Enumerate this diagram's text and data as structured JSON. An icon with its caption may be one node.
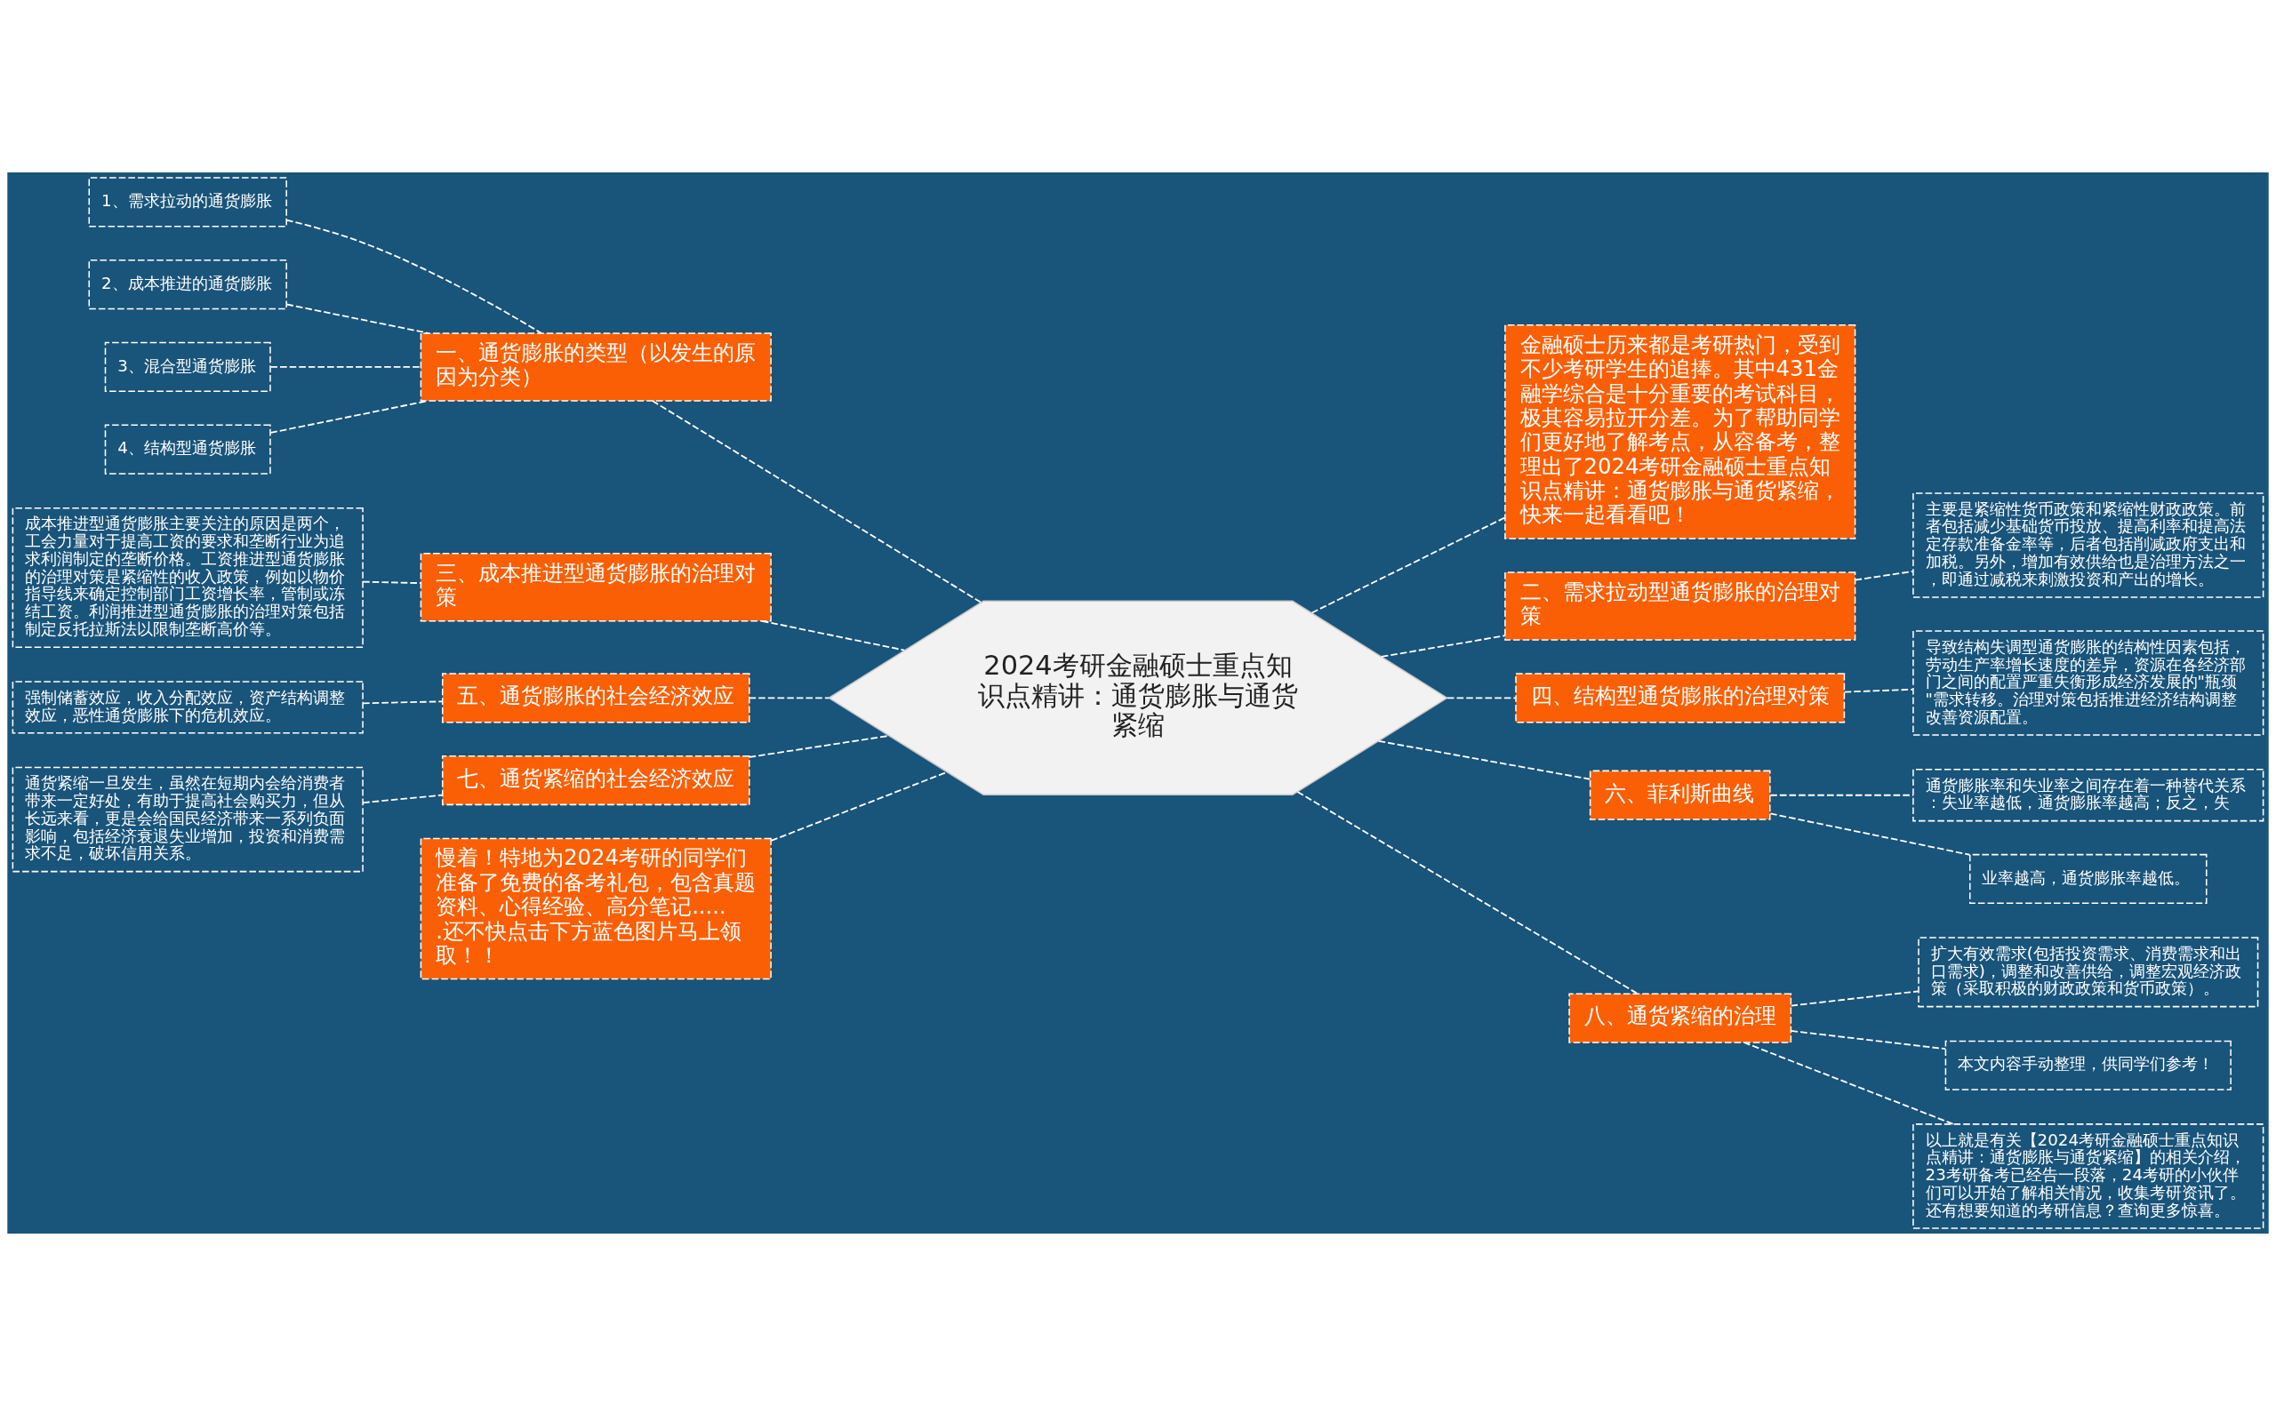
{
  "diagram": {
    "nodes": [
      {
        "text": [
          "2024考研金融硕士重点知识点精讲：通货膨胀与通货紧缩"
        ]
      },
      {
        "text": [
          "一、通货膨胀的类型（以发生的原因为分类）"
        ]
      },
      {
        "text": [
          "1、需求拉动的通货膨胀"
        ]
      },
      {
        "text": [
          "2、成本推进的通货膨胀"
        ]
      },
      {
        "text": [
          "3、混合型通货膨胀"
        ]
      },
      {
        "text": [
          "4、结构型通货膨胀"
        ]
      },
      {
        "text": [
          "三、成本推进型通货膨胀的治理对策"
        ]
      },
      {
        "text": [
          "成本推进型通货膨胀主要关注的原因是两个，工会力量对于提高工资的要求和垄断行业为追求利润制定的垄断价格。工资推进型通货膨胀的治理对策是紧缩性的收入政策，例如以物价指导线来确定控制部门工资增长率，管制或冻结工资。利润推进型通货膨胀的治理对策包括制定反托拉斯法以限制垄断高价等。"
        ]
      },
      {
        "text": [
          "五、通货膨胀的社会经济效应"
        ]
      },
      {
        "text": [
          "强制储蓄效应，收入分配效应，资产结构调整效应，恶性通货膨胀下的危机效应。"
        ]
      },
      {
        "text": [
          "七、通货紧缩的社会经济效应"
        ]
      },
      {
        "text": [
          "通货紧缩一旦发生，虽然在短期内会给消费者带来一定好处，有助于提高社会购买力，但从长远来看，更是会给国民经济带来一系列负面影响，包括经济衰退失业增加，投资和消费需求不足，破坏信用关系。"
        ]
      },
      {
        "text": [
          "慢着！特地为2024考研的同学们准备了免费的备考礼包，包含真题资料、心得经验、高分笔记......还不快点击下方蓝色图片马上领取！！"
        ]
      },
      {
        "text": [
          "金融硕士历来都是考研热门，受到不少考研学生的追捧。其中431金融学综合是十分重要的考试科目，极其容易拉开分差。为了帮助同学们更好地了解考点，从容备考，整理出了2024考研金融硕士重点知识点精讲：通货膨胀与通货紧缩，快来一起看看吧！"
        ]
      },
      {
        "text": [
          "二、需求拉动型通货膨胀的治理对策"
        ]
      },
      {
        "text": [
          "主要是紧缩性货币政策和紧缩性财政政策。前者包括减少基础货币投放、提高利率和提高法定存款准备金率等，后者包括削减政府支出和加税。另外，增加有效供给也是治理方法之一，即通过减税来刺激投资和产出的增长。"
        ]
      },
      {
        "text": [
          "四、结构型通货膨胀的治理对策"
        ]
      },
      {
        "text": [
          "导致结构失调型通货膨胀的结构性因素包括，劳动生产率增长速度的差异，资源在各经济部门之间的配置严重失衡形成经济发展的\"瓶颈\"需求转移。治理对策包括推进经济结构调整改善资源配置。"
        ]
      },
      {
        "text": [
          "六、菲利斯曲线"
        ]
      },
      {
        "text": [
          "通货膨胀率和失业率之间存在着一种替代关系：失业率越低，通货膨胀率越高；反之，失"
        ]
      },
      {
        "text": [
          "业率越高，通货膨胀率越低。"
        ]
      },
      {
        "text": [
          "八、通货紧缩的治理"
        ]
      },
      {
        "text": [
          "扩大有效需求(包括投资需求、消费需求和出口需求)，调整和改善供给，调整宏观经济政策（采取积极的财政政策和货币政策）。"
        ]
      },
      {
        "text": [
          "本文内容手动整理，供同学们参考！"
        ]
      },
      {
        "text": [
          "以上就是有关【2024考研金融硕士重点知识点精讲：通货膨胀与通货紧缩】的相关介绍，23考研备考已经告一段落，24考研的小伙伴们可以开始了解相关情况，收集考研资讯了。还有想要知道的考研信息？查询更多惊喜。"
        ]
      }
    ],
    "edges": [
      {
        "from": 0,
        "to": 1,
        "arrow": "none",
        "style": "dashed"
      },
      {
        "from": 1,
        "to": 2,
        "arrow": "none",
        "style": "dashed"
      },
      {
        "from": 1,
        "to": 3,
        "arrow": "none",
        "style": "dashed"
      },
      {
        "from": 1,
        "to": 4,
        "arrow": "none",
        "style": "dashed"
      },
      {
        "from": 1,
        "to": 5,
        "arrow": "none",
        "style": "dashed"
      },
      {
        "from": 0,
        "to": 6,
        "arrow": "none",
        "style": "dashed"
      },
      {
        "from": 6,
        "to": 7,
        "arrow": "none",
        "style": "dashed"
      },
      {
        "from": 0,
        "to": 8,
        "arrow": "none",
        "style": "dashed"
      },
      {
        "from": 8,
        "to": 9,
        "arrow": "none",
        "style": "dashed"
      },
      {
        "from": 0,
        "to": 10,
        "arrow": "none",
        "style": "dashed"
      },
      {
        "from": 10,
        "to": 11,
        "arrow": "none",
        "style": "dashed"
      },
      {
        "from": 0,
        "to": 12,
        "arrow": "none",
        "style": "dashed"
      },
      {
        "from": 0,
        "to": 13,
        "arrow": "none",
        "style": "dashed"
      },
      {
        "from": 0,
        "to": 14,
        "arrow": "none",
        "style": "dashed"
      },
      {
        "from": 14,
        "to": 15,
        "arrow": "none",
        "style": "dashed"
      },
      {
        "from": 0,
        "to": 16,
        "arrow": "none",
        "style": "dashed"
      },
      {
        "from": 16,
        "to": 17,
        "arrow": "none",
        "style": "dashed"
      },
      {
        "from": 0,
        "to": 18,
        "arrow": "none",
        "style": "dashed"
      },
      {
        "from": 18,
        "to": 19,
        "arrow": "none",
        "style": "dashed"
      },
      {
        "from": 18,
        "to": 20,
        "arrow": "none",
        "style": "dashed"
      },
      {
        "from": 0,
        "to": 21,
        "arrow": "none",
        "style": "dashed"
      },
      {
        "from": 21,
        "to": 22,
        "arrow": "none",
        "style": "dashed"
      },
      {
        "from": 21,
        "to": 23,
        "arrow": "none",
        "style": "dashed"
      },
      {
        "from": 21,
        "to": 24,
        "arrow": "none",
        "style": "dashed"
      }
    ]
  }
}
